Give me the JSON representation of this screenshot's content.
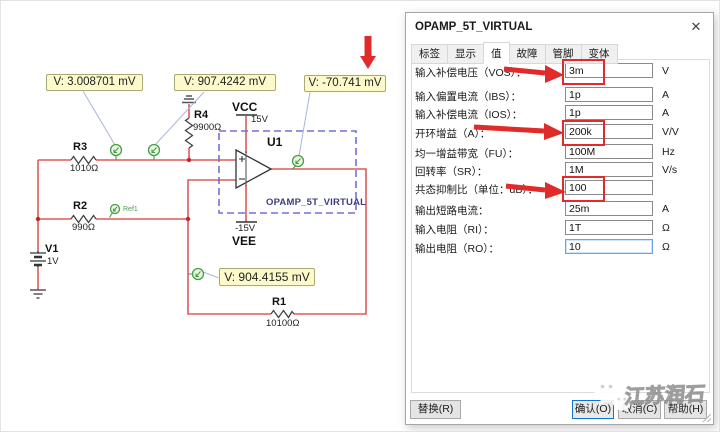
{
  "schematic": {
    "probes": [
      {
        "label": "V: 3.008701 mV"
      },
      {
        "label": "V: 907.4242 mV"
      },
      {
        "label": "V: -70.741 mV"
      },
      {
        "label": "V: 904.4155 mV"
      }
    ],
    "ref_probe_label": "Ref1",
    "components": {
      "r3": {
        "name": "R3",
        "value": "1010Ω"
      },
      "r2": {
        "name": "R2",
        "value": "990Ω"
      },
      "r4": {
        "name": "R4",
        "value": "9900Ω"
      },
      "r1": {
        "name": "R1",
        "value": "10100Ω"
      },
      "v1": {
        "name": "V1",
        "value": "1V"
      },
      "vcc": {
        "name": "VCC",
        "value": "15V"
      },
      "vee": {
        "name": "VEE",
        "value": "-15V"
      },
      "u1": {
        "name": "U1",
        "model": "OPAMP_5T_VIRTUAL"
      },
      "opamp_plus": "+",
      "opamp_minus": "−"
    },
    "colors": {
      "wire": "#e05a5a",
      "junction": "#cc2222",
      "probe_ring": "#44a044",
      "probe_fill": "#ecf6e4",
      "leader": "#a8b6dd",
      "dashed_box": "#7070d8",
      "annotation_red": "#e02b2b",
      "probe_box_bg": "#fcfacb"
    }
  },
  "dialog": {
    "title": "OPAMP_5T_VIRTUAL",
    "close_glyph": "✕",
    "tabs": [
      {
        "label": "标签"
      },
      {
        "label": "显示"
      },
      {
        "label": "值"
      },
      {
        "label": "故障"
      },
      {
        "label": "管脚"
      },
      {
        "label": "变体"
      }
    ],
    "active_tab": "值",
    "fields": [
      {
        "label": "输入补偿电压（VOS）：",
        "value": "3m",
        "unit": "V",
        "marked": true
      },
      {
        "label": "输入偏置电流（IBS）：",
        "value": "1p",
        "unit": "A"
      },
      {
        "label": "输入补偿电流（IOS）：",
        "value": "1p",
        "unit": "A"
      },
      {
        "label": "开环增益（A）：",
        "value": "200k",
        "unit": "V/V",
        "marked": true
      },
      {
        "label": "均一增益带宽（FU）：",
        "value": "100M",
        "unit": "Hz"
      },
      {
        "label": "回转率（SR）：",
        "value": "1M",
        "unit": "V/s"
      },
      {
        "label": "共态抑制比（单位：dB）：",
        "value": "100",
        "unit": "",
        "marked": true
      },
      {
        "label": "输出短路电流：",
        "value": "25m",
        "unit": "A"
      },
      {
        "label": "输入电阻（RI）：",
        "value": "1T",
        "unit": "Ω"
      },
      {
        "label": "输出电阻（RO）：",
        "value": "10",
        "unit": "Ω",
        "focused": true
      }
    ],
    "buttons": {
      "replace": "替换(R)",
      "ok": "确认(O)",
      "cancel": "取消(C)",
      "help": "帮助(H)"
    }
  },
  "watermark": {
    "text": "江苏润石"
  }
}
